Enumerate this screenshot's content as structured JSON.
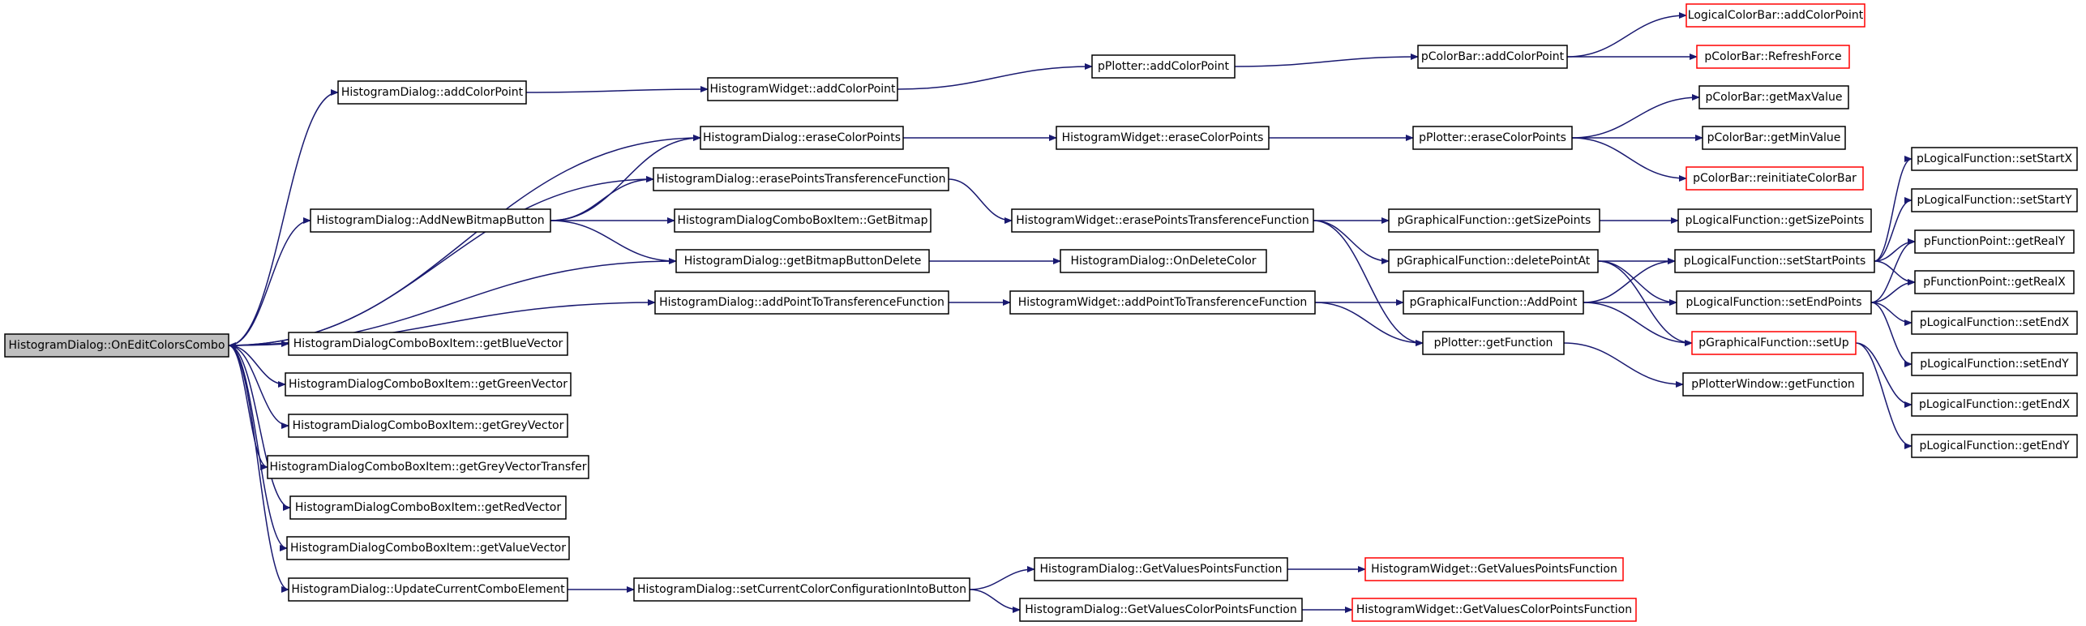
{
  "colors": {
    "edge": "#191970",
    "root_fill": "#bfbfbf",
    "normal_border": "#000000",
    "truncated_border": "#ff0000",
    "box_fill": "#ffffff"
  },
  "nodes": [
    {
      "id": "root",
      "label": "HistogramDialog::OnEditColorsCombo",
      "style": "root"
    },
    {
      "id": "hd_addColorPoint",
      "label": "HistogramDialog::addColorPoint",
      "style": "normal"
    },
    {
      "id": "hw_addColorPoint",
      "label": "HistogramWidget::addColorPoint",
      "style": "normal"
    },
    {
      "id": "pp_addColorPoint",
      "label": "pPlotter::addColorPoint",
      "style": "normal"
    },
    {
      "id": "pcb_addColorPoint",
      "label": "pColorBar::addColorPoint",
      "style": "normal"
    },
    {
      "id": "lcb_addColorPoint",
      "label": "LogicalColorBar::addColorPoint",
      "style": "truncated"
    },
    {
      "id": "pcb_RefreshForce",
      "label": "pColorBar::RefreshForce",
      "style": "truncated"
    },
    {
      "id": "hd_eraseColorPoints",
      "label": "HistogramDialog::eraseColorPoints",
      "style": "normal"
    },
    {
      "id": "hw_eraseColorPoints",
      "label": "HistogramWidget::eraseColorPoints",
      "style": "normal"
    },
    {
      "id": "pp_eraseColorPoints",
      "label": "pPlotter::eraseColorPoints",
      "style": "normal"
    },
    {
      "id": "pcb_getMaxValue",
      "label": "pColorBar::getMaxValue",
      "style": "normal"
    },
    {
      "id": "pcb_getMinValue",
      "label": "pColorBar::getMinValue",
      "style": "normal"
    },
    {
      "id": "pcb_reinitiate",
      "label": "pColorBar::reinitiateColorBar",
      "style": "truncated"
    },
    {
      "id": "hd_erasePTF",
      "label": "HistogramDialog::erasePointsTransferenceFunction",
      "style": "normal"
    },
    {
      "id": "hd_AddNewBitmapButton",
      "label": "HistogramDialog::AddNewBitmapButton",
      "style": "normal"
    },
    {
      "id": "hdcbi_GetBitmap",
      "label": "HistogramDialogComboBoxItem::GetBitmap",
      "style": "normal"
    },
    {
      "id": "hw_erasePTF",
      "label": "HistogramWidget::erasePointsTransferenceFunction",
      "style": "normal"
    },
    {
      "id": "pgf_getSizePoints",
      "label": "pGraphicalFunction::getSizePoints",
      "style": "normal"
    },
    {
      "id": "plf_getSizePoints",
      "label": "pLogicalFunction::getSizePoints",
      "style": "normal"
    },
    {
      "id": "hd_getBitmapButtonDelete",
      "label": "HistogramDialog::getBitmapButtonDelete",
      "style": "normal"
    },
    {
      "id": "hd_OnDeleteColor",
      "label": "HistogramDialog::OnDeleteColor",
      "style": "normal"
    },
    {
      "id": "pgf_deletePointAt",
      "label": "pGraphicalFunction::deletePointAt",
      "style": "normal"
    },
    {
      "id": "plf_setStartPoints",
      "label": "pLogicalFunction::setStartPoints",
      "style": "normal"
    },
    {
      "id": "plf_setStartX",
      "label": "pLogicalFunction::setStartX",
      "style": "normal"
    },
    {
      "id": "plf_setStartY",
      "label": "pLogicalFunction::setStartY",
      "style": "normal"
    },
    {
      "id": "pfp_getRealY",
      "label": "pFunctionPoint::getRealY",
      "style": "normal"
    },
    {
      "id": "pfp_getRealX",
      "label": "pFunctionPoint::getRealX",
      "style": "normal"
    },
    {
      "id": "hd_addPTTF",
      "label": "HistogramDialog::addPointToTransferenceFunction",
      "style": "normal"
    },
    {
      "id": "hw_addPTTF",
      "label": "HistogramWidget::addPointToTransferenceFunction",
      "style": "normal"
    },
    {
      "id": "pgf_AddPoint",
      "label": "pGraphicalFunction::AddPoint",
      "style": "normal"
    },
    {
      "id": "plf_setEndPoints",
      "label": "pLogicalFunction::setEndPoints",
      "style": "normal"
    },
    {
      "id": "plf_setEndX",
      "label": "pLogicalFunction::setEndX",
      "style": "normal"
    },
    {
      "id": "plf_setEndY",
      "label": "pLogicalFunction::setEndY",
      "style": "normal"
    },
    {
      "id": "pgf_setUp",
      "label": "pGraphicalFunction::setUp",
      "style": "truncated"
    },
    {
      "id": "pp_getFunction",
      "label": "pPlotter::getFunction",
      "style": "normal"
    },
    {
      "id": "ppw_getFunction",
      "label": "pPlotterWindow::getFunction",
      "style": "normal"
    },
    {
      "id": "plf_getEndX",
      "label": "pLogicalFunction::getEndX",
      "style": "normal"
    },
    {
      "id": "plf_getEndY",
      "label": "pLogicalFunction::getEndY",
      "style": "normal"
    },
    {
      "id": "hdcbi_getBlueVector",
      "label": "HistogramDialogComboBoxItem::getBlueVector",
      "style": "normal"
    },
    {
      "id": "hdcbi_getGreenVector",
      "label": "HistogramDialogComboBoxItem::getGreenVector",
      "style": "normal"
    },
    {
      "id": "hdcbi_getGreyVector",
      "label": "HistogramDialogComboBoxItem::getGreyVector",
      "style": "normal"
    },
    {
      "id": "hdcbi_getGreyVectorTransfer",
      "label": "HistogramDialogComboBoxItem::getGreyVectorTransfer",
      "style": "normal"
    },
    {
      "id": "hdcbi_getRedVector",
      "label": "HistogramDialogComboBoxItem::getRedVector",
      "style": "normal"
    },
    {
      "id": "hdcbi_getValueVector",
      "label": "HistogramDialogComboBoxItem::getValueVector",
      "style": "normal"
    },
    {
      "id": "hd_UpdateCurrentComboElement",
      "label": "HistogramDialog::UpdateCurrentComboElement",
      "style": "normal"
    },
    {
      "id": "hd_setCurrentColorConfig",
      "label": "HistogramDialog::setCurrentColorConfigurationIntoButton",
      "style": "normal"
    },
    {
      "id": "hd_GetValuesPointsFunction",
      "label": "HistogramDialog::GetValuesPointsFunction",
      "style": "normal"
    },
    {
      "id": "hw_GetValuesPointsFunction",
      "label": "HistogramWidget::GetValuesPointsFunction",
      "style": "truncated"
    },
    {
      "id": "hd_GetValuesColorPointsFunction",
      "label": "HistogramDialog::GetValuesColorPointsFunction",
      "style": "normal"
    },
    {
      "id": "hw_GetValuesColorPointsFunction",
      "label": "HistogramWidget::GetValuesColorPointsFunction",
      "style": "truncated"
    }
  ],
  "edges": [
    [
      "root",
      "hd_addColorPoint"
    ],
    [
      "root",
      "hd_eraseColorPoints"
    ],
    [
      "root",
      "hd_erasePTF"
    ],
    [
      "root",
      "hd_AddNewBitmapButton"
    ],
    [
      "root",
      "hd_addPTTF"
    ],
    [
      "root",
      "hdcbi_getBlueVector"
    ],
    [
      "root",
      "hdcbi_getGreenVector"
    ],
    [
      "root",
      "hdcbi_getGreyVector"
    ],
    [
      "root",
      "hdcbi_getGreyVectorTransfer"
    ],
    [
      "root",
      "hdcbi_getRedVector"
    ],
    [
      "root",
      "hdcbi_getValueVector"
    ],
    [
      "root",
      "hd_UpdateCurrentComboElement"
    ],
    [
      "hd_addColorPoint",
      "hw_addColorPoint"
    ],
    [
      "hw_addColorPoint",
      "pp_addColorPoint"
    ],
    [
      "pp_addColorPoint",
      "pcb_addColorPoint"
    ],
    [
      "pcb_addColorPoint",
      "lcb_addColorPoint"
    ],
    [
      "pcb_addColorPoint",
      "pcb_RefreshForce"
    ],
    [
      "hd_eraseColorPoints",
      "hw_eraseColorPoints"
    ],
    [
      "hw_eraseColorPoints",
      "pp_eraseColorPoints"
    ],
    [
      "pp_eraseColorPoints",
      "pcb_getMaxValue"
    ],
    [
      "pp_eraseColorPoints",
      "pcb_getMinValue"
    ],
    [
      "pp_eraseColorPoints",
      "pcb_reinitiate"
    ],
    [
      "hd_AddNewBitmapButton",
      "hd_eraseColorPoints"
    ],
    [
      "hd_AddNewBitmapButton",
      "hd_erasePTF"
    ],
    [
      "hd_AddNewBitmapButton",
      "hdcbi_GetBitmap"
    ],
    [
      "hd_AddNewBitmapButton",
      "hd_getBitmapButtonDelete"
    ],
    [
      "hd_erasePTF",
      "hw_erasePTF"
    ],
    [
      "hw_erasePTF",
      "pgf_getSizePoints"
    ],
    [
      "hw_erasePTF",
      "pgf_deletePointAt"
    ],
    [
      "hw_erasePTF",
      "pp_getFunction"
    ],
    [
      "pgf_getSizePoints",
      "plf_getSizePoints"
    ],
    [
      "hd_getBitmapButtonDelete",
      "root"
    ],
    [
      "hd_getBitmapButtonDelete",
      "hd_OnDeleteColor"
    ],
    [
      "pgf_deletePointAt",
      "plf_setStartPoints"
    ],
    [
      "pgf_deletePointAt",
      "plf_setEndPoints"
    ],
    [
      "pgf_deletePointAt",
      "pgf_setUp"
    ],
    [
      "plf_setStartPoints",
      "plf_setStartX"
    ],
    [
      "plf_setStartPoints",
      "plf_setStartY"
    ],
    [
      "plf_setStartPoints",
      "pfp_getRealY"
    ],
    [
      "plf_setStartPoints",
      "pfp_getRealX"
    ],
    [
      "plf_setEndPoints",
      "pfp_getRealY"
    ],
    [
      "plf_setEndPoints",
      "pfp_getRealX"
    ],
    [
      "plf_setEndPoints",
      "plf_setEndX"
    ],
    [
      "plf_setEndPoints",
      "plf_setEndY"
    ],
    [
      "hd_addPTTF",
      "hw_addPTTF"
    ],
    [
      "hw_addPTTF",
      "pgf_AddPoint"
    ],
    [
      "hw_addPTTF",
      "pp_getFunction"
    ],
    [
      "pgf_AddPoint",
      "plf_setStartPoints"
    ],
    [
      "pgf_AddPoint",
      "plf_setEndPoints"
    ],
    [
      "pgf_AddPoint",
      "pgf_setUp"
    ],
    [
      "pgf_setUp",
      "plf_getEndX"
    ],
    [
      "pgf_setUp",
      "plf_getEndY"
    ],
    [
      "pp_getFunction",
      "ppw_getFunction"
    ],
    [
      "hd_UpdateCurrentComboElement",
      "hd_setCurrentColorConfig"
    ],
    [
      "hd_setCurrentColorConfig",
      "hd_GetValuesPointsFunction"
    ],
    [
      "hd_setCurrentColorConfig",
      "hd_GetValuesColorPointsFunction"
    ],
    [
      "hd_GetValuesPointsFunction",
      "hw_GetValuesPointsFunction"
    ],
    [
      "hd_GetValuesColorPointsFunction",
      "hw_GetValuesColorPointsFunction"
    ]
  ]
}
